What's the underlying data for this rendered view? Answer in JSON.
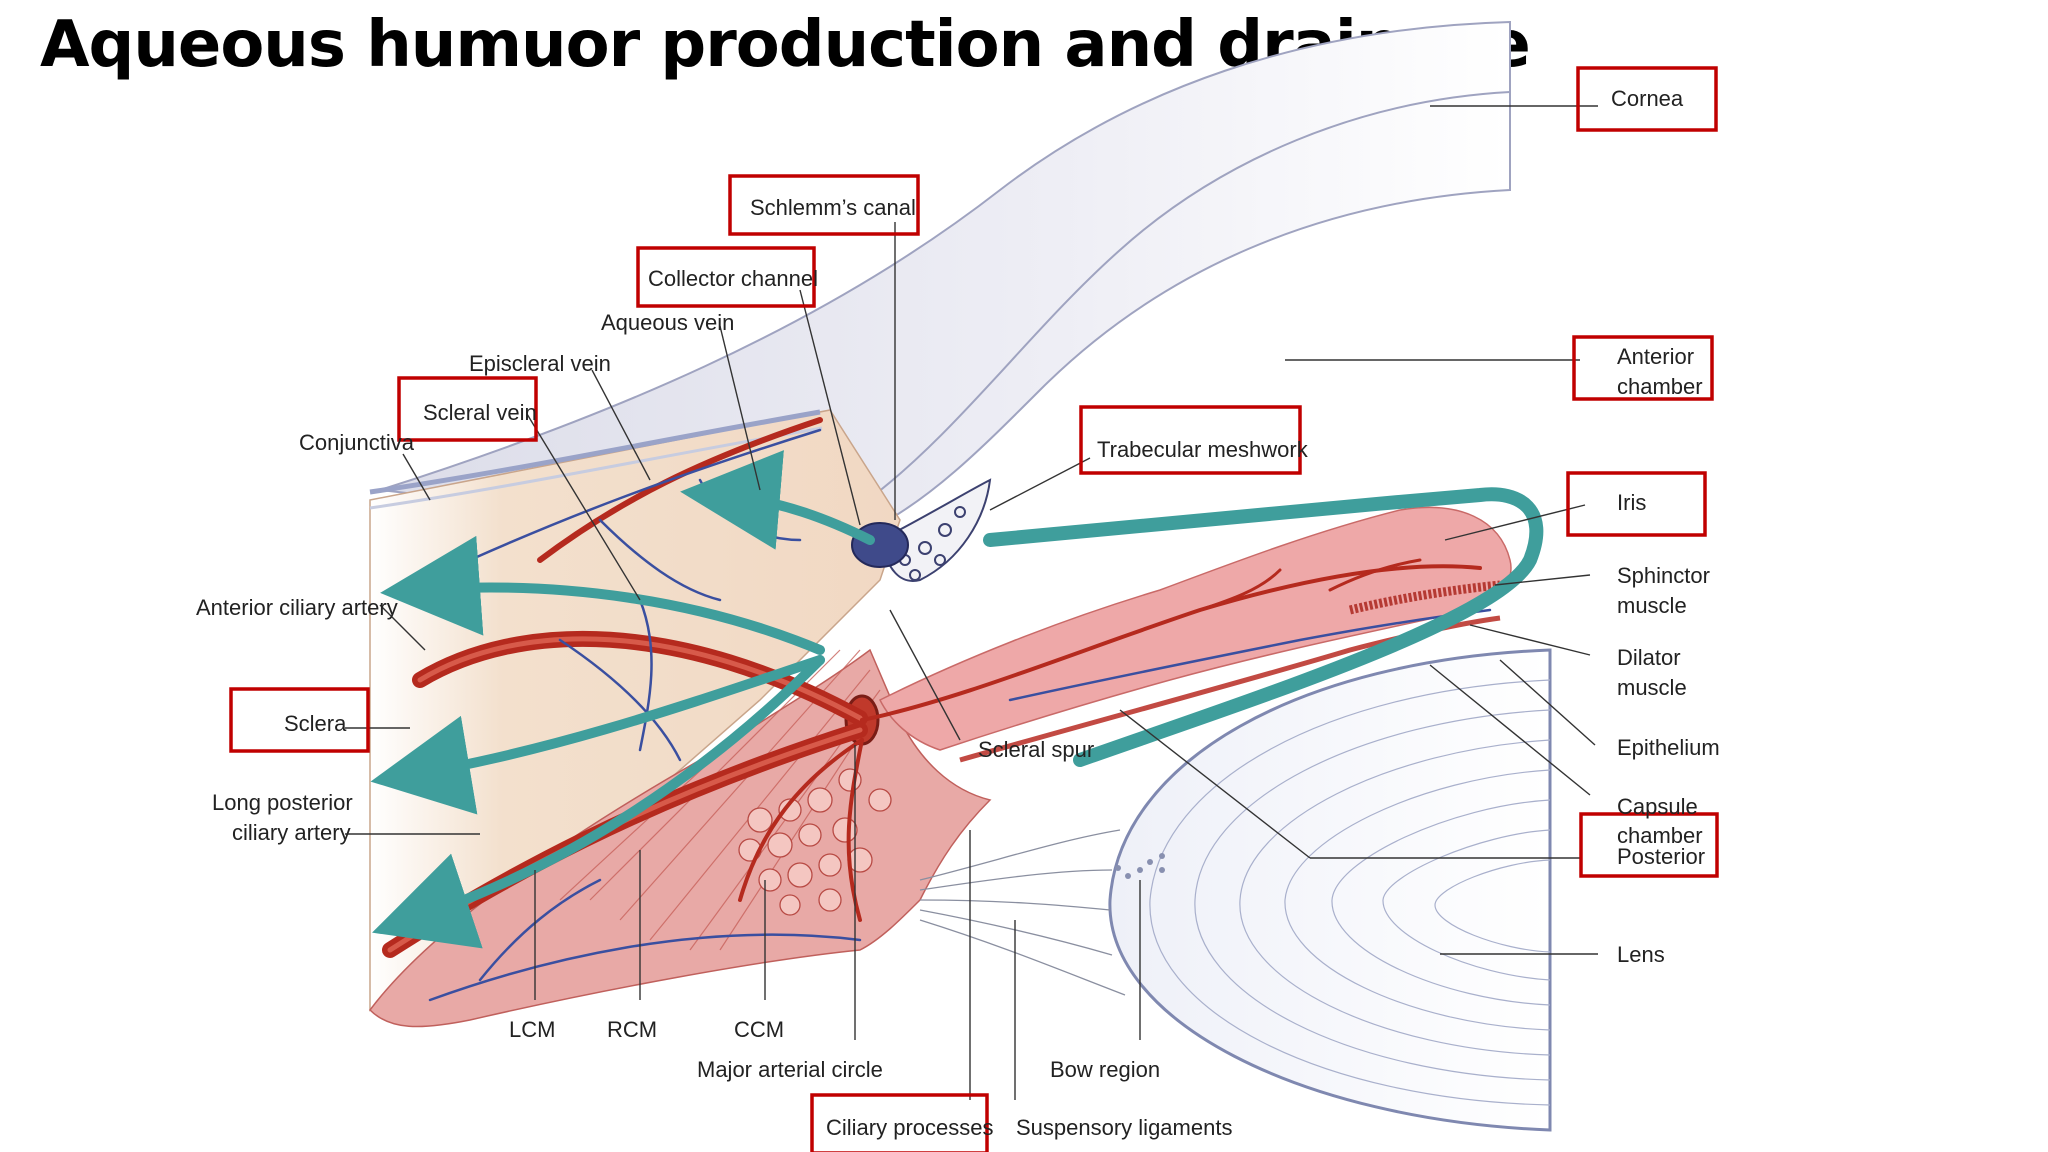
{
  "title": "Aqueous humuor production and drainage",
  "colors": {
    "highlight_box": "#c00000",
    "aqueous_flow": "#3f9e9c",
    "artery": "#b52a1e",
    "vein": "#3a4fa0",
    "cornea": "#e4e5ef",
    "sclera": "#f4e3d2",
    "ciliary_body": "#e7a3a0",
    "lens": "#e8eaf4"
  },
  "labels": {
    "cornea": "Cornea",
    "schlemms_canal": "Schlemm’s canal",
    "collector_channel": "Collector channel",
    "aqueous_vein": "Aqueous vein",
    "episcleral_vein": "Episcleral vein",
    "scleral_vein": "Scleral vein",
    "conjunctiva": "Conjunctiva",
    "anterior_chamber_l1": "Anterior",
    "anterior_chamber_l2": "chamber",
    "trabecular_meshwork": "Trabecular meshwork",
    "iris": "Iris",
    "sphincter_l1": "Sphinctor",
    "sphincter_l2": "muscle",
    "dilator_l1": "Dilator",
    "dilator_l2": "muscle",
    "anterior_ciliary_artery": "Anterior ciliary artery",
    "sclera": "Sclera",
    "scleral_spur": "Scleral spur",
    "epithelium": "Epithelium",
    "capsule": "Capsule",
    "posterior_chamber_l1": "chamber",
    "posterior_chamber_l2": "Posterior",
    "long_posterior_l1": "Long posterior",
    "long_posterior_l2": "ciliary artery",
    "lens": "Lens",
    "lcm": "LCM",
    "rcm": "RCM",
    "ccm": "CCM",
    "major_arterial_circle": "Major arterial circle",
    "bow_region": "Bow region",
    "ciliary_processes": "Ciliary processes",
    "suspensory_ligaments": "Suspensory ligaments"
  },
  "highlighted": [
    "Cornea",
    "Schlemm’s canal",
    "Collector channel",
    "Scleral vein",
    "Anterior chamber",
    "Trabecular meshwork",
    "Iris",
    "Sclera",
    "Posterior chamber",
    "Ciliary processes"
  ]
}
